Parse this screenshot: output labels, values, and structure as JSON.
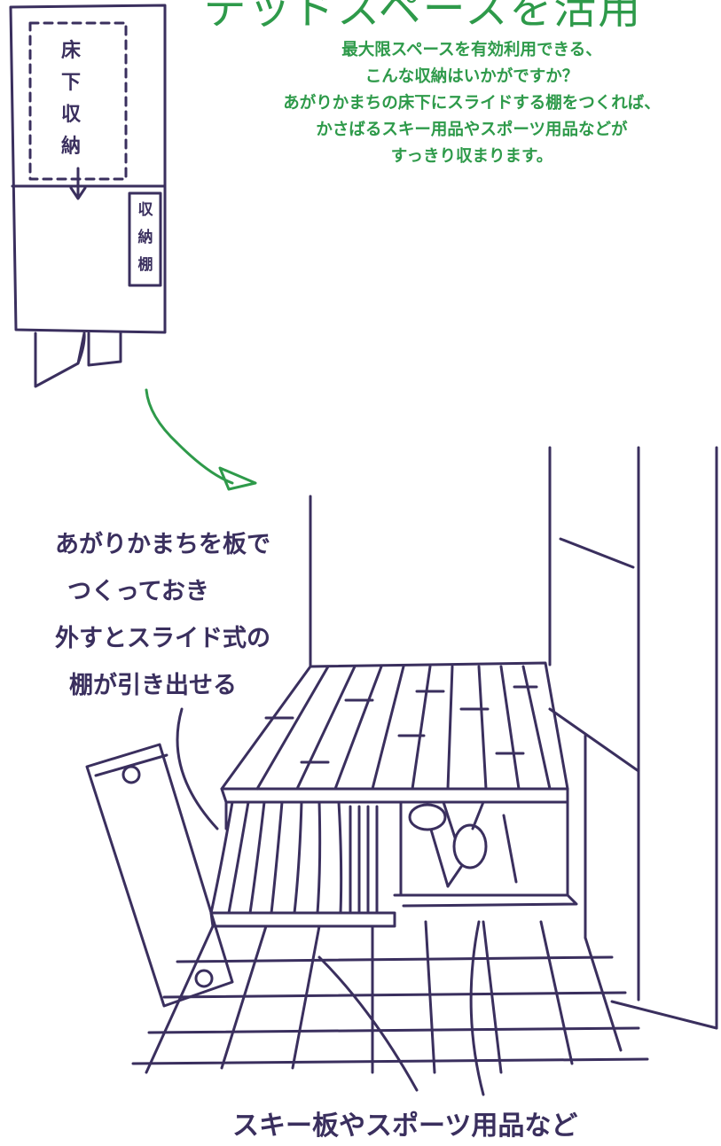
{
  "header": {
    "title_fragment": "デッドスペースを活用"
  },
  "intro": {
    "lines": [
      "最大限スペースを有効利用できる、",
      "こんな収納はいかがですか？",
      "あがりかまちの床下にスライドする棚をつくれば、",
      "かさばるスキー用品やスポーツ用品などが",
      "すっきり収まります。"
    ]
  },
  "floorplan": {
    "underfloor_label": [
      "床",
      "下",
      "収",
      "納"
    ],
    "cabinet_label": [
      "収",
      "納",
      "棚"
    ]
  },
  "annotation": {
    "lines": [
      "あがりかまちを板で",
      "つくっておき",
      "外すとスライド式の",
      "棚が引き出せる"
    ]
  },
  "caption": "スキー板やスポーツ用品など",
  "colors": {
    "accent_green": "#2e9a4a",
    "ink": "#3a2f5e"
  }
}
